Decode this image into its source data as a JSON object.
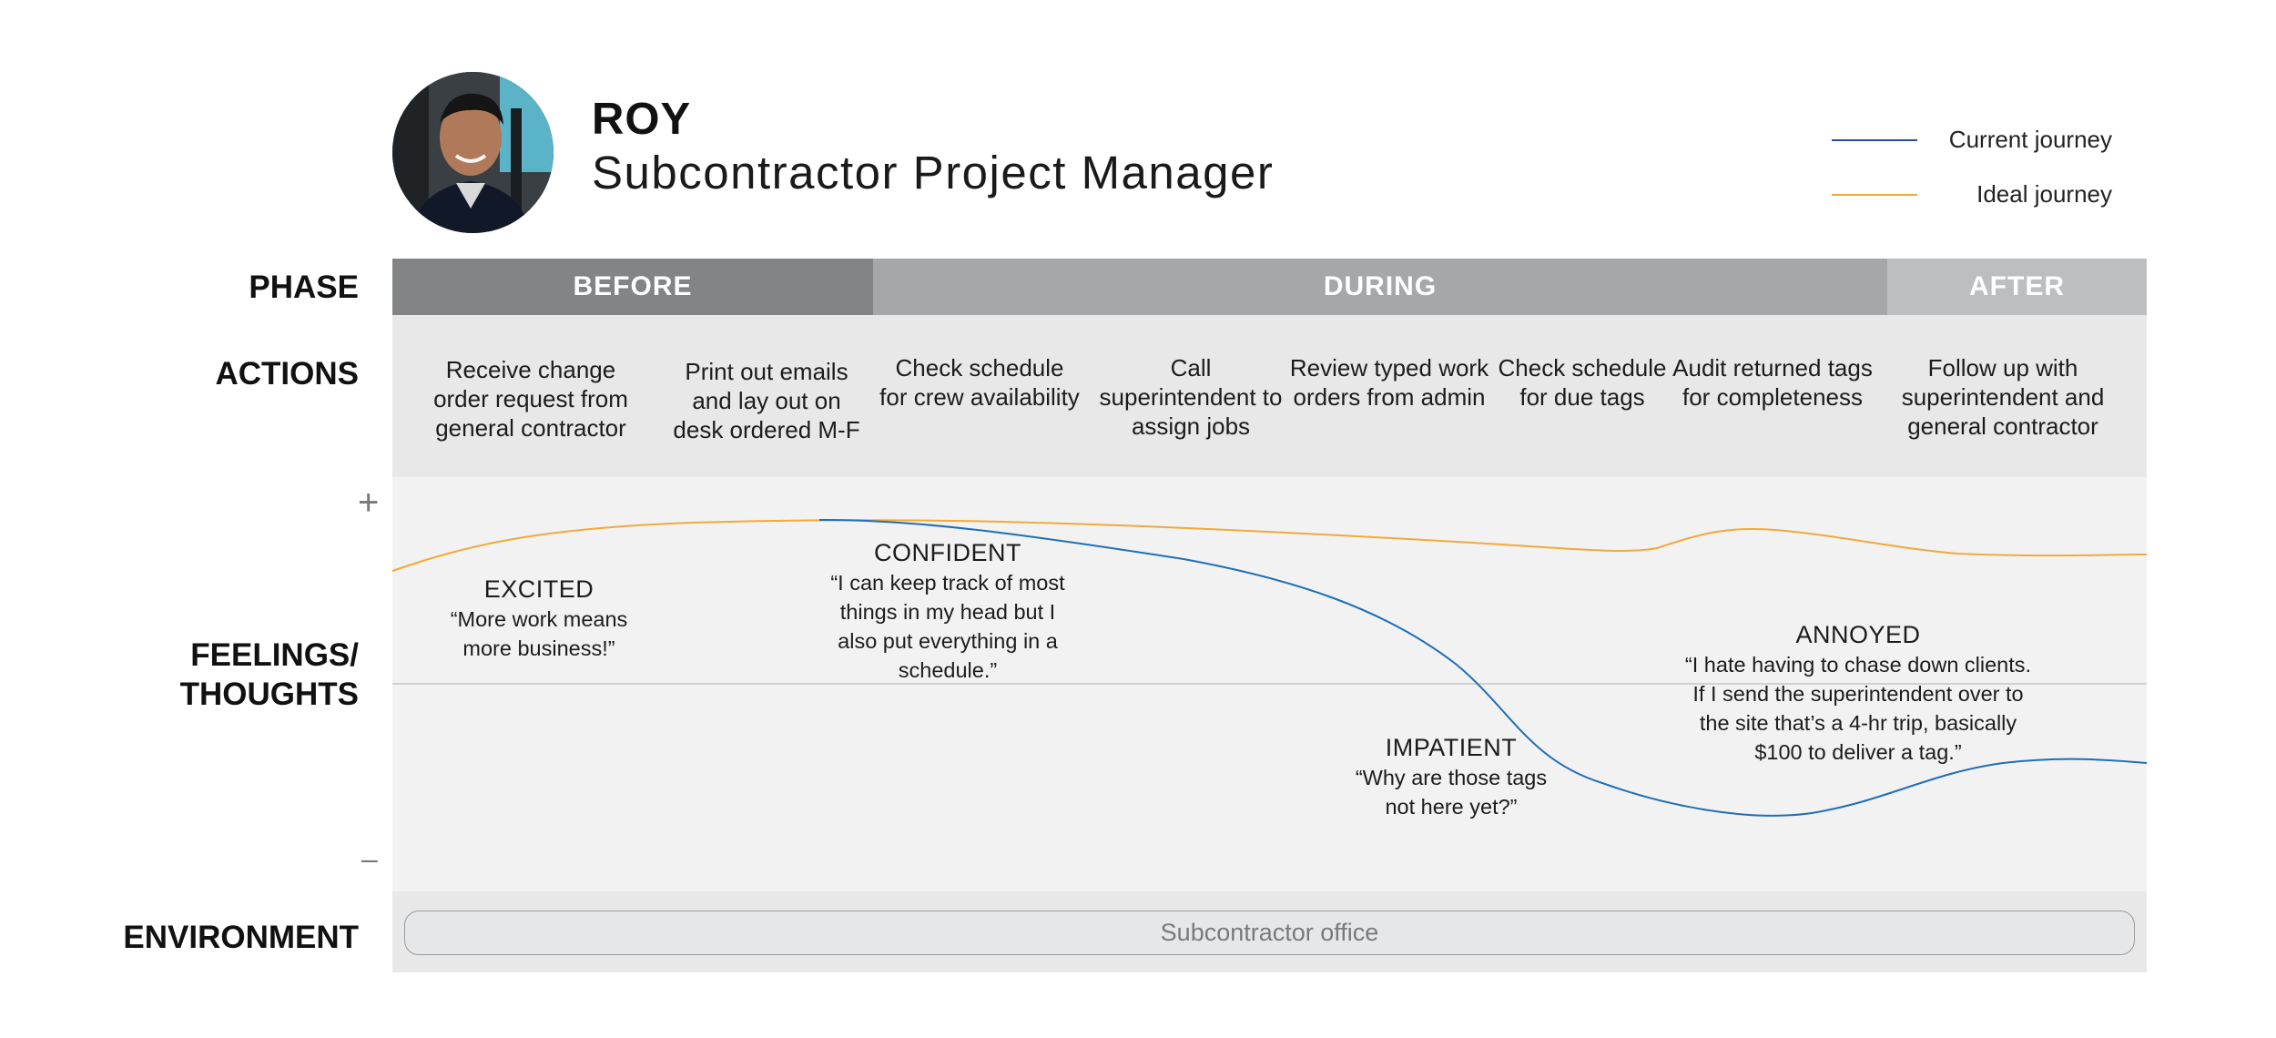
{
  "persona": {
    "name": "ROY",
    "role": "Subcontractor Project Manager",
    "photo_alt": "Roy"
  },
  "legend": {
    "current_label": "Current journey",
    "ideal_label": "Ideal journey",
    "current_color": "#2b4aa6",
    "ideal_color": "#f2a93b"
  },
  "row_labels": {
    "phase": "PHASE",
    "actions": "ACTIONS",
    "feelings_line1": "FEELINGS/",
    "feelings_line2": "THOUGHTS",
    "environment": "ENVIRONMENT"
  },
  "phases": [
    {
      "label": "BEFORE",
      "color": "#838486"
    },
    {
      "label": "DURING",
      "color": "#a6a7a9"
    },
    {
      "label": "AFTER",
      "color": "#bdbec0"
    }
  ],
  "actions": [
    "Receive change order request from general contractor",
    "Print out emails and lay out on desk ordered M-F",
    "Check schedule for crew availability",
    "Call superintendent to assign jobs",
    "Review typed work orders from admin",
    "Check schedule for due tags",
    "Audit returned tags for completeness",
    "Follow up with superintendent and general contractor"
  ],
  "scale": {
    "plus": "+",
    "minus": "–"
  },
  "feelings": [
    {
      "title": "EXCITED",
      "quote": "“More work means more business!”"
    },
    {
      "title": "CONFIDENT",
      "quote": "“I can keep track of most things in my head but I also put everything in a schedule.”"
    },
    {
      "title": "IMPATIENT",
      "quote": "“Why are those tags not here yet?”"
    },
    {
      "title": "ANNOYED",
      "quote": "“I hate having to chase down clients. If I send the superintendent over to the site that’s a 4-hr trip, basically $100 to deliver a tag.”"
    }
  ],
  "environment": "Subcontractor office"
}
